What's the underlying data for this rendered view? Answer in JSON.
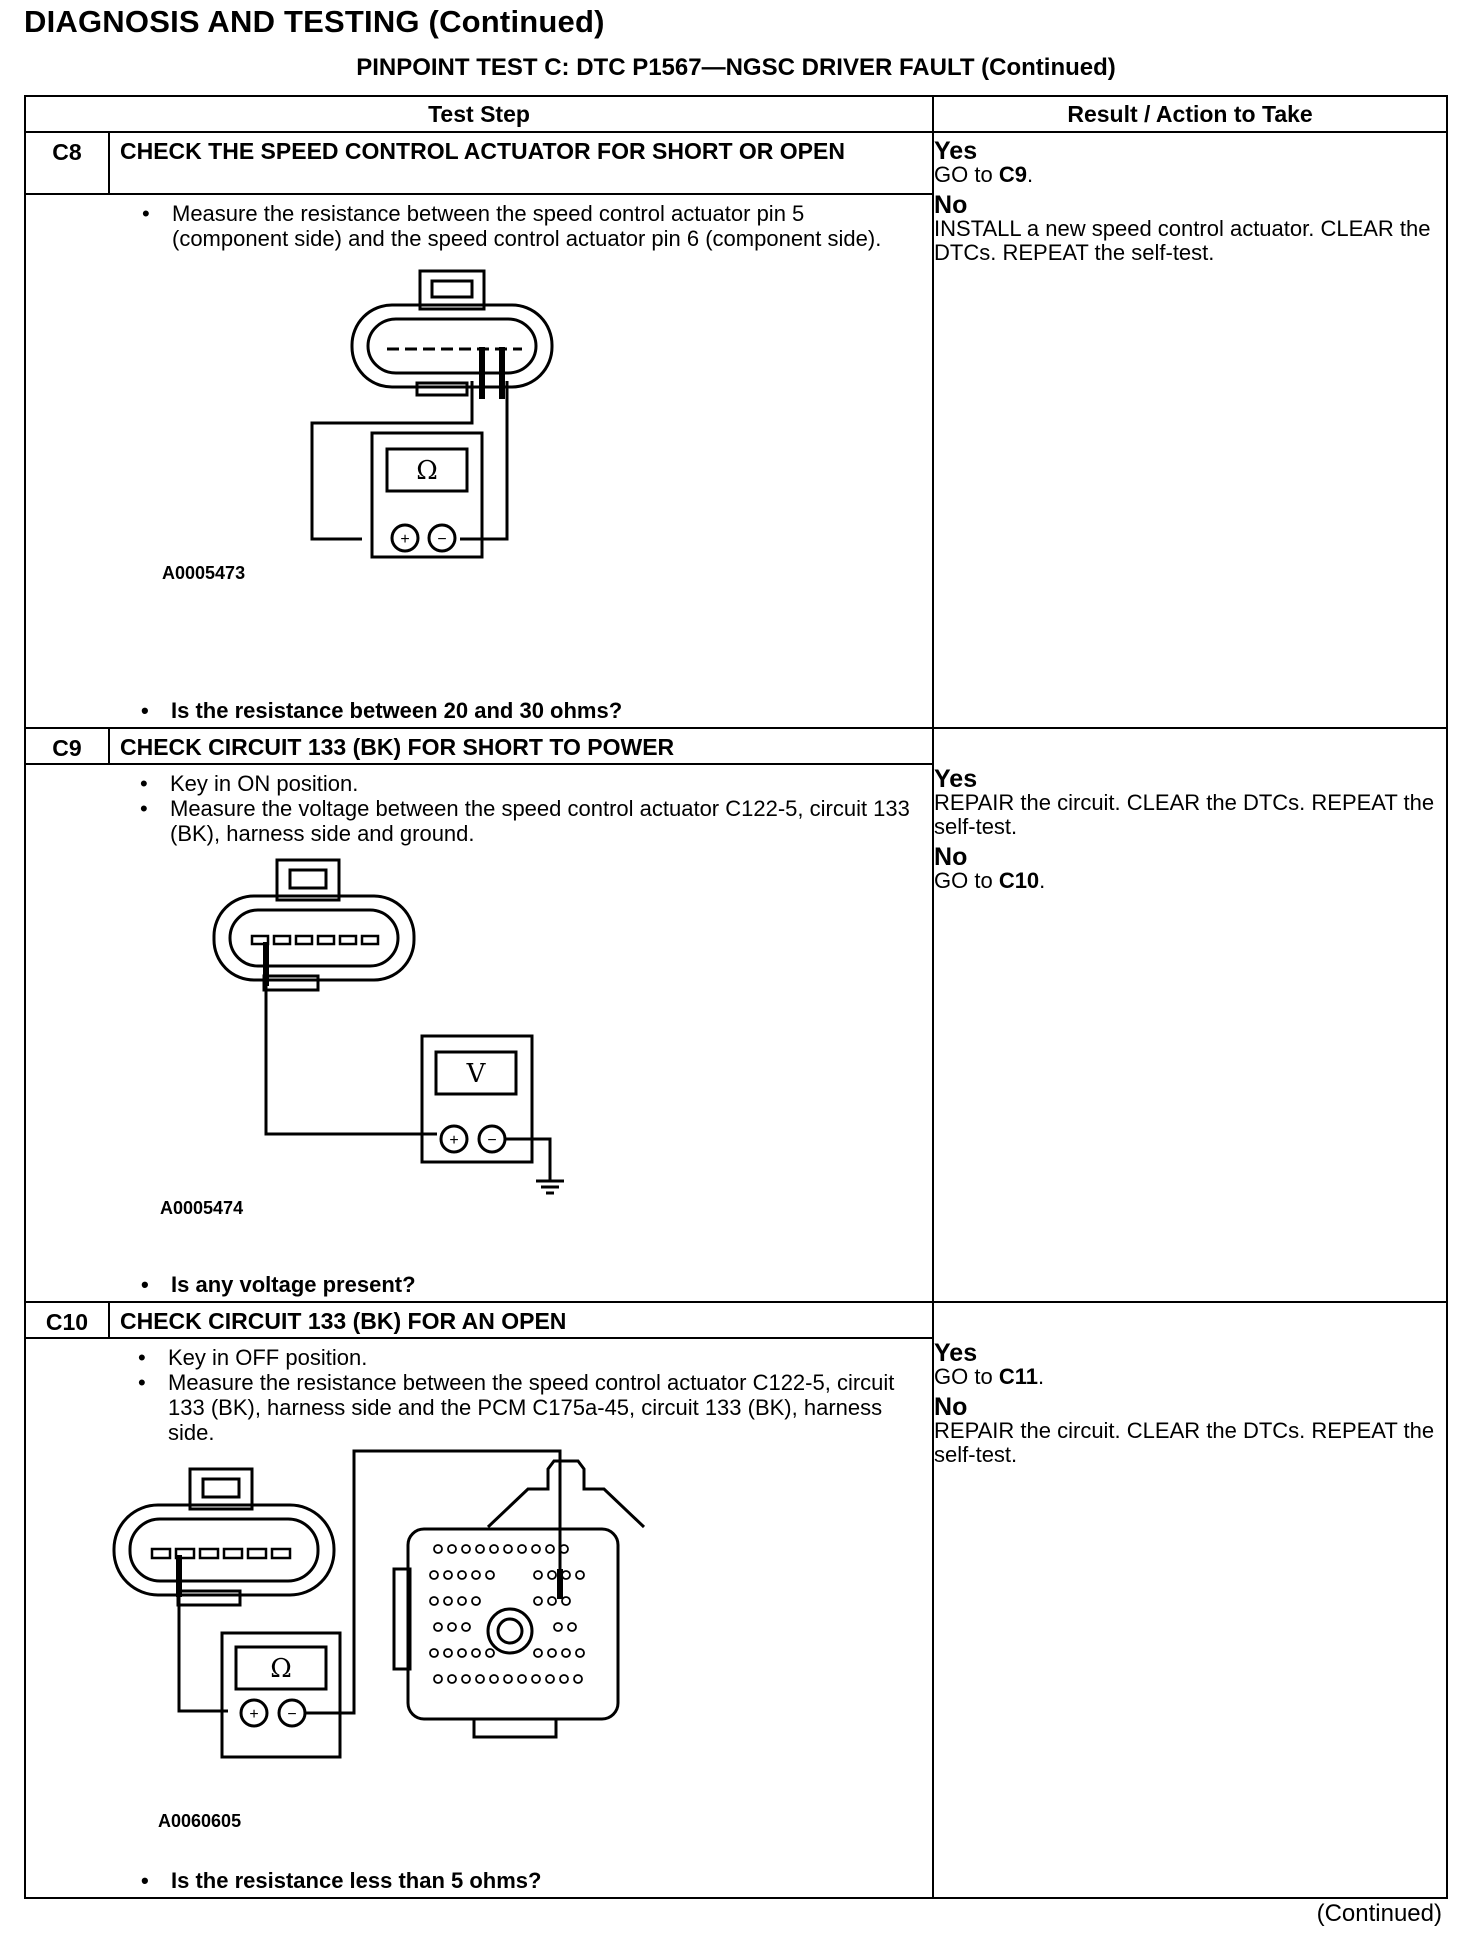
{
  "header": {
    "title": "DIAGNOSIS AND TESTING (Continued)",
    "subtitle": "PINPOINT TEST C: DTC P1567—NGSC DRIVER FAULT (Continued)"
  },
  "table": {
    "col_test_step": "Test Step",
    "col_result": "Result / Action to Take"
  },
  "steps": [
    {
      "id": "C8",
      "title": "CHECK THE SPEED CONTROL ACTUATOR FOR SHORT OR OPEN",
      "bullets": [
        "Measure the resistance between the speed control actuator pin 5 (component side) and the speed control actuator pin 6 (component side)."
      ],
      "figure_id": "A0005473",
      "meter_symbol": "Ω",
      "question": "Is the resistance between 20 and 30 ohms?",
      "yes_label": "Yes",
      "yes_pre": "GO to ",
      "yes_bold": "C9",
      "yes_post": ".",
      "no_label": "No",
      "no_text": "INSTALL a new speed control actuator. CLEAR the DTCs. REPEAT the self-test."
    },
    {
      "id": "C9",
      "title": "CHECK CIRCUIT 133 (BK) FOR SHORT TO POWER",
      "bullets": [
        "Key in ON position.",
        "Measure the voltage between the speed control actuator C122-5, circuit 133 (BK), harness side and ground."
      ],
      "figure_id": "A0005474",
      "meter_symbol": "V",
      "question": "Is any voltage present?",
      "yes_label": "Yes",
      "yes_text": "REPAIR the circuit. CLEAR the DTCs. REPEAT the self-test.",
      "no_label": "No",
      "no_pre": "GO to ",
      "no_bold": "C10",
      "no_post": "."
    },
    {
      "id": "C10",
      "title": "CHECK CIRCUIT 133 (BK) FOR AN OPEN",
      "bullets": [
        "Key in OFF position.",
        "Measure the resistance between the speed control actuator C122-5, circuit 133 (BK), harness side and the PCM C175a-45, circuit 133 (BK), harness side."
      ],
      "figure_id": "A0060605",
      "meter_symbol": "Ω",
      "question": "Is the resistance less than 5 ohms?",
      "yes_label": "Yes",
      "yes_pre": "GO to ",
      "yes_bold": "C11",
      "yes_post": ".",
      "no_label": "No",
      "no_text": "REPAIR the circuit. CLEAR the DTCs. REPEAT the self-test."
    }
  ],
  "footer": {
    "continued": "(Continued)"
  }
}
